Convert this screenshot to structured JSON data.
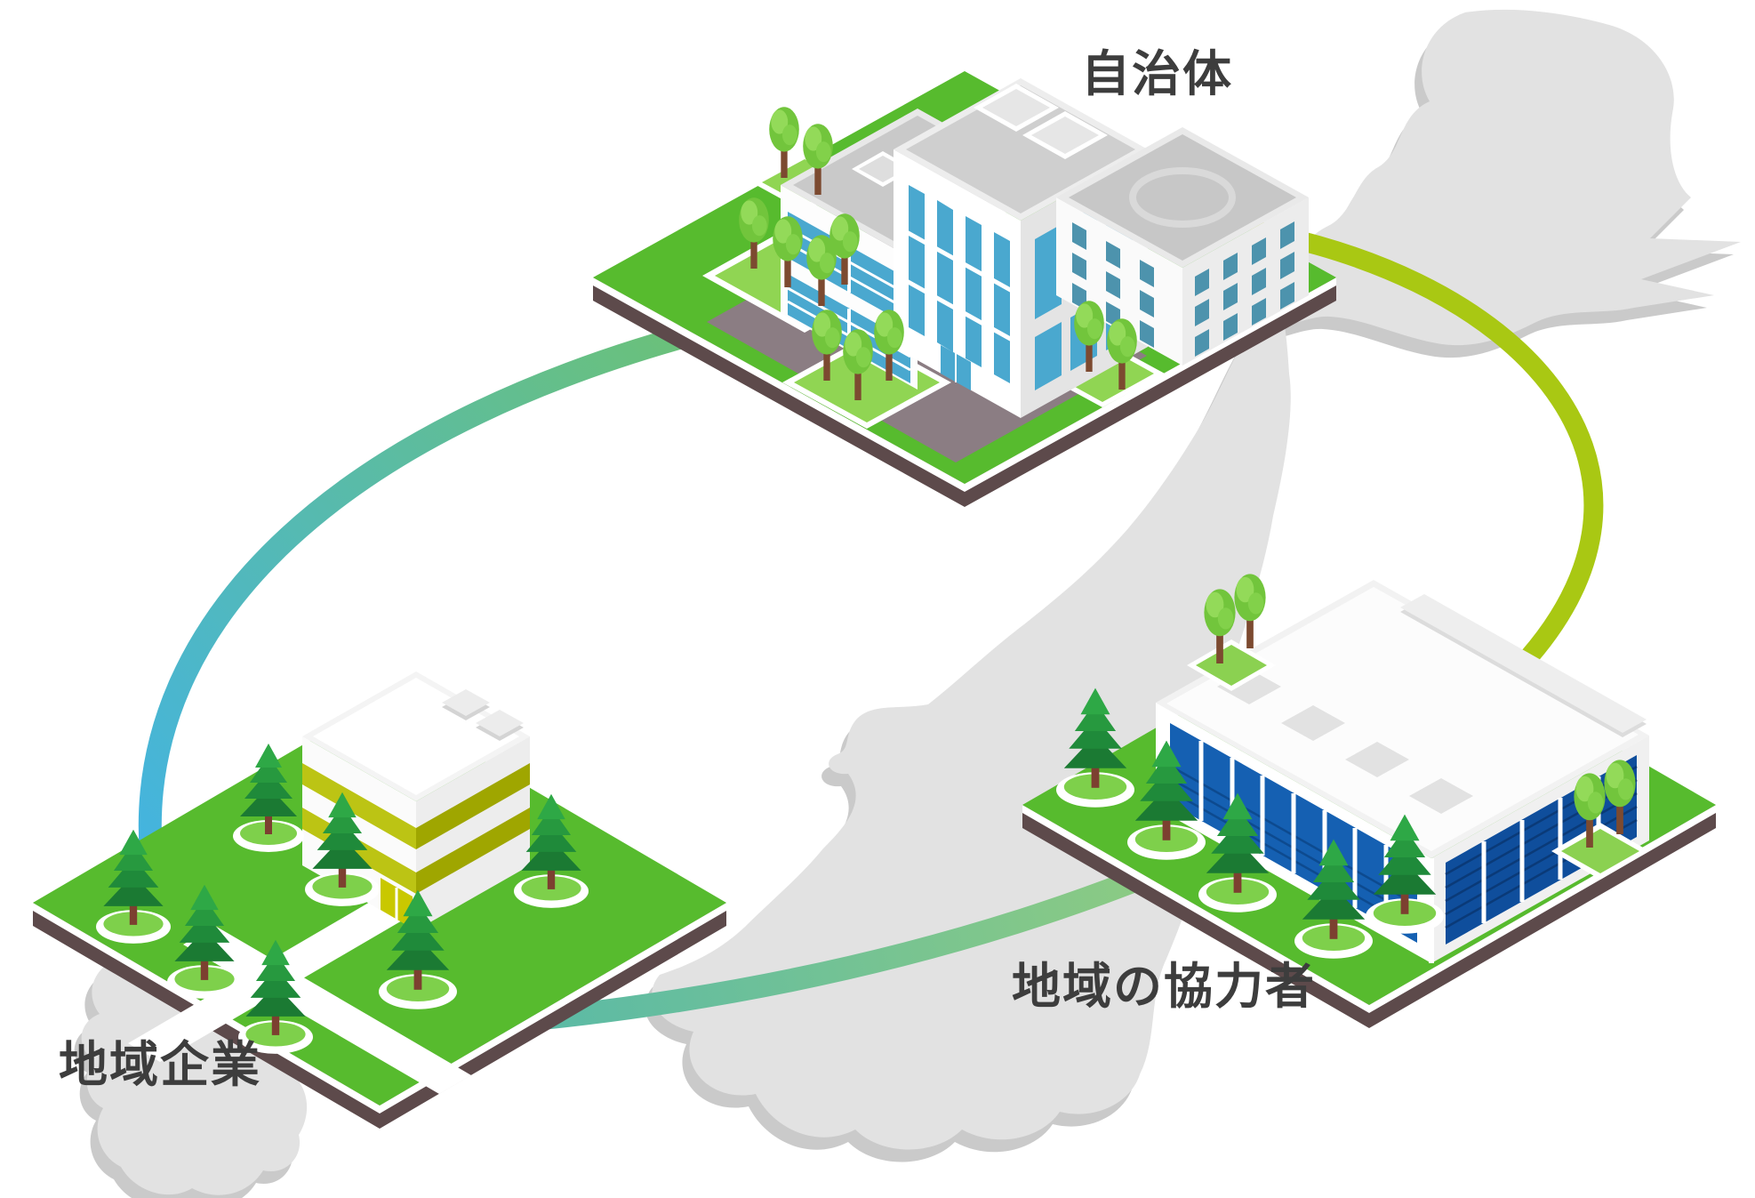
{
  "diagram": {
    "type": "isometric-relationship-illustration",
    "background": "japan-map",
    "nodes": [
      {
        "id": "municipality",
        "label": "自治体",
        "position": "top-center"
      },
      {
        "id": "local-company",
        "label": "地域企業",
        "position": "bottom-left"
      },
      {
        "id": "local-supporters",
        "label": "地域の協力者",
        "position": "bottom-right"
      }
    ],
    "connections": [
      {
        "from": "local-company",
        "to": "municipality",
        "style": "arc-left",
        "gradient": [
          "#44b4df",
          "#6ec271"
        ]
      },
      {
        "from": "municipality",
        "to": "local-supporters",
        "style": "arc-right",
        "gradient": [
          "#a9c813",
          "#a9c813"
        ]
      },
      {
        "from": "local-company",
        "to": "local-supporters",
        "style": "arc-bottom",
        "gradient": [
          "#58b9a8",
          "#90cc80"
        ]
      }
    ]
  },
  "colors": {
    "background": "#ffffff",
    "map_gray": "#e2e2e2",
    "map_shadow": "#cacaca",
    "platform_green": "#57bb2e",
    "lawn_light_green": "#90d553",
    "platform_edge_brown": "#5d4a4b",
    "platform_rim_white": "#ffffff",
    "road_taupe": "#8b7d83",
    "building_white": "#ffffff",
    "roof_gray": "#c9c9c9",
    "window_blue": "#4aa8cf",
    "window_teal": "#4d93ad",
    "glass_blue_front": "#1560b2",
    "glass_blue_side": "#0f4e9c",
    "stripe_yellow_green": "#bcc414",
    "stripe_yellow_green_dark": "#9fa600",
    "pine_green": "#1f8a3a",
    "deciduous_green": "#72c53c",
    "trunk_brown": "#7c4a30",
    "arc_cyan": "#44b4df",
    "arc_green": "#6ec271",
    "arc_yellow_green": "#a9c813",
    "arc_teal": "#58b9a8",
    "arc_light_green": "#90cc80",
    "label_text": "#3d3d3d"
  }
}
